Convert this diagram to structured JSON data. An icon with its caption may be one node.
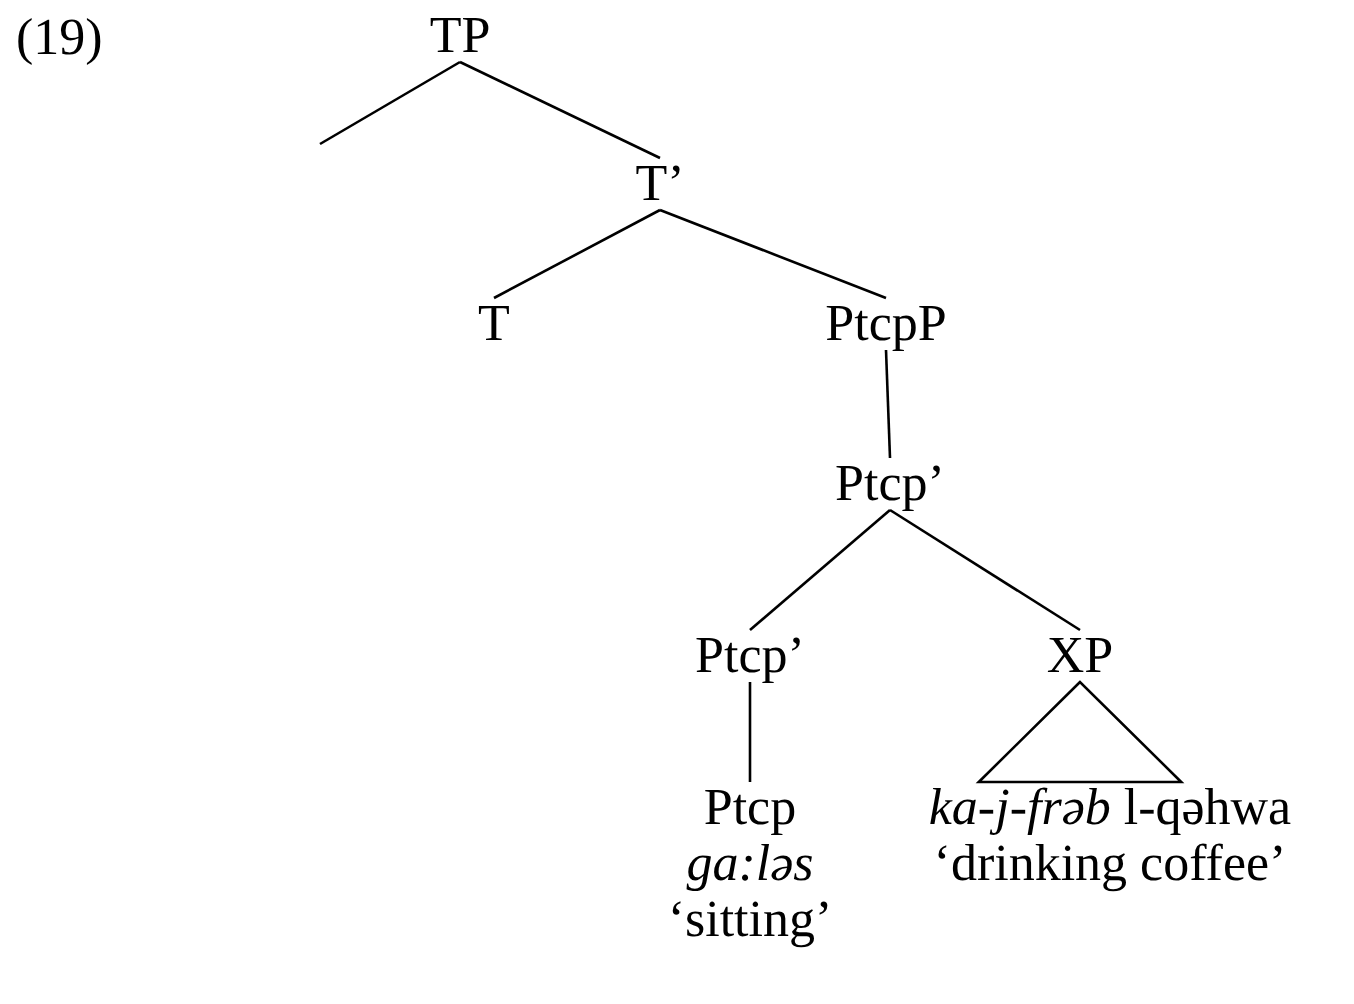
{
  "diagram": {
    "nodes": [
      {
        "text": [
          "TP"
        ]
      },
      {
        "text": [
          "T’"
        ]
      },
      {
        "text": [
          "T"
        ]
      },
      {
        "text": [
          "PtcpP"
        ]
      },
      {
        "text": [
          "Ptcp’"
        ]
      },
      {
        "text": [
          "Ptcp’"
        ]
      },
      {
        "text": [
          "XP"
        ]
      },
      {
        "text": [
          "Ptcp",
          "ga:ləs",
          "‘sitting’"
        ]
      },
      {
        "text": [
          "*ka-j-frəb* l-qəhwa",
          "‘drinking coffee’"
        ]
      }
    ],
    "edges": [
      {
        "from": 0,
        "to": null,
        "arrow": "none"
      },
      {
        "from": 0,
        "to": 1,
        "arrow": "none"
      },
      {
        "from": 1,
        "to": 2,
        "arrow": "none"
      },
      {
        "from": 1,
        "to": 3,
        "arrow": "none"
      },
      {
        "from": 3,
        "to": 4,
        "arrow": "none"
      },
      {
        "from": 4,
        "to": 5,
        "arrow": "none"
      },
      {
        "from": 4,
        "to": 6,
        "arrow": "none"
      },
      {
        "from": 5,
        "to": 7,
        "arrow": "none"
      },
      {
        "from": 6,
        "to": 8,
        "arrow": "none"
      }
    ],
    "labels": [
      "(19)"
    ]
  }
}
